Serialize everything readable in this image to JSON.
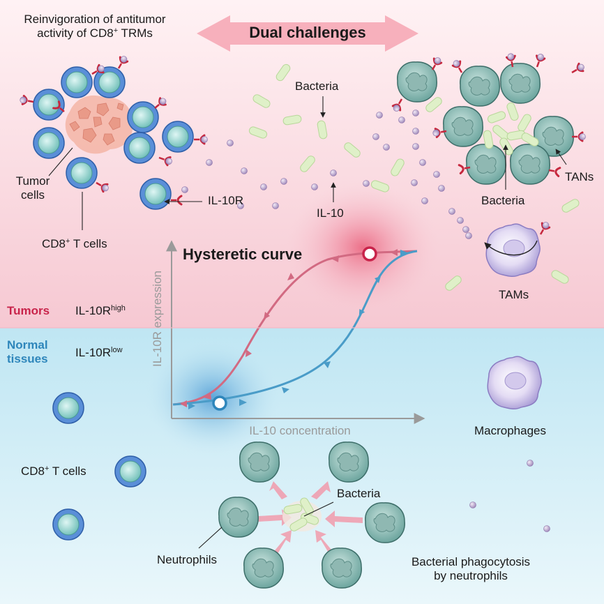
{
  "top_left": {
    "line1": "Reinvigoration of antitumor",
    "line2_pre": "activity of CD8",
    "line2_sup": "+",
    "line2_post": " TRMs"
  },
  "banner": {
    "text": "Dual challenges"
  },
  "labels": {
    "bacteria_top": "Bacteria",
    "bacteria_cluster": "Bacteria",
    "bacteria_bottom": "Bacteria",
    "tumor_cells_1": "Tumor",
    "tumor_cells_2": "cells",
    "cd8_top_pre": "CD8",
    "cd8_top_sup": "+",
    "cd8_top_post": " T cells",
    "il10r": "IL-10R",
    "il10": "IL-10",
    "tans": "TANs",
    "tams": "TAMs",
    "macrophages": "Macrophages",
    "cd8_bottom_pre": "CD8",
    "cd8_bottom_sup": "+",
    "cd8_bottom_post": " T cells",
    "neutrophils": "Neutrophils",
    "phago_1": "Bacterial phagocytosis",
    "phago_2": "by neutrophils"
  },
  "zones": {
    "tumors": {
      "name": "Tumors",
      "marker": "IL-10R",
      "marker_sup": "high"
    },
    "normal": {
      "name_1": "Normal",
      "name_2": "tissues",
      "marker": "IL-10R",
      "marker_sup": "low"
    }
  },
  "curve": {
    "title": "Hysteretic curve",
    "ylabel": "IL-10R expression",
    "xlabel": "IL-10 concentration"
  },
  "colors": {
    "tumor_bg": "#fbd8df",
    "normal_bg": "#d3eef6",
    "tumor_accent": "#c8234a",
    "normal_accent": "#2e86bb",
    "curve_red": "#d26a82",
    "curve_blue": "#4a9cc8",
    "banner": "#f6a9b6"
  }
}
